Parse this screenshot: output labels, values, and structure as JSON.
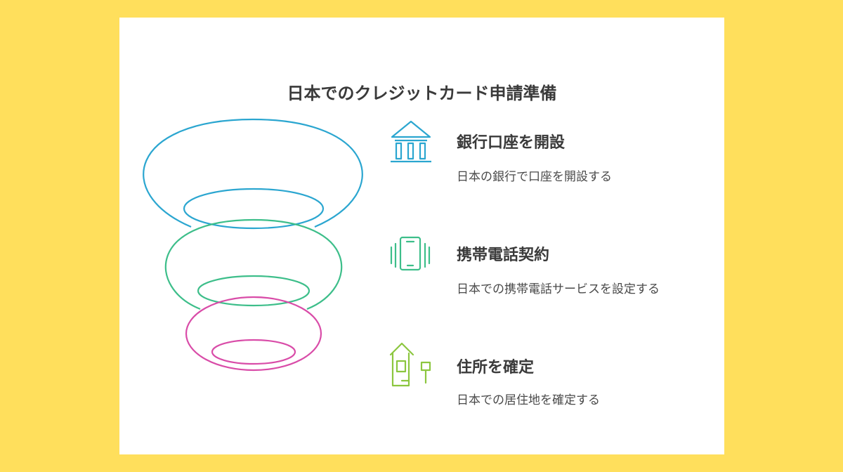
{
  "title": "日本でのクレジットカード申請準備",
  "colors": {
    "background": "#FFDF5C",
    "card": "#FFFFFF",
    "ring_top": "#2BA6D0",
    "ring_middle": "#3DBE8A",
    "ring_bottom": "#D94CA8",
    "icon_bank": "#2BA6D0",
    "icon_phone": "#3DBE8A",
    "icon_house": "#8CC63F"
  },
  "steps": [
    {
      "icon": "bank-icon",
      "heading": "銀行口座を開設",
      "description": "日本の銀行で口座を開設する"
    },
    {
      "icon": "phone-icon",
      "heading": "携帯電話契約",
      "description": "日本での携帯電話サービスを設定する"
    },
    {
      "icon": "house-icon",
      "heading": "住所を確定",
      "description": "日本での居住地を確定する"
    }
  ]
}
